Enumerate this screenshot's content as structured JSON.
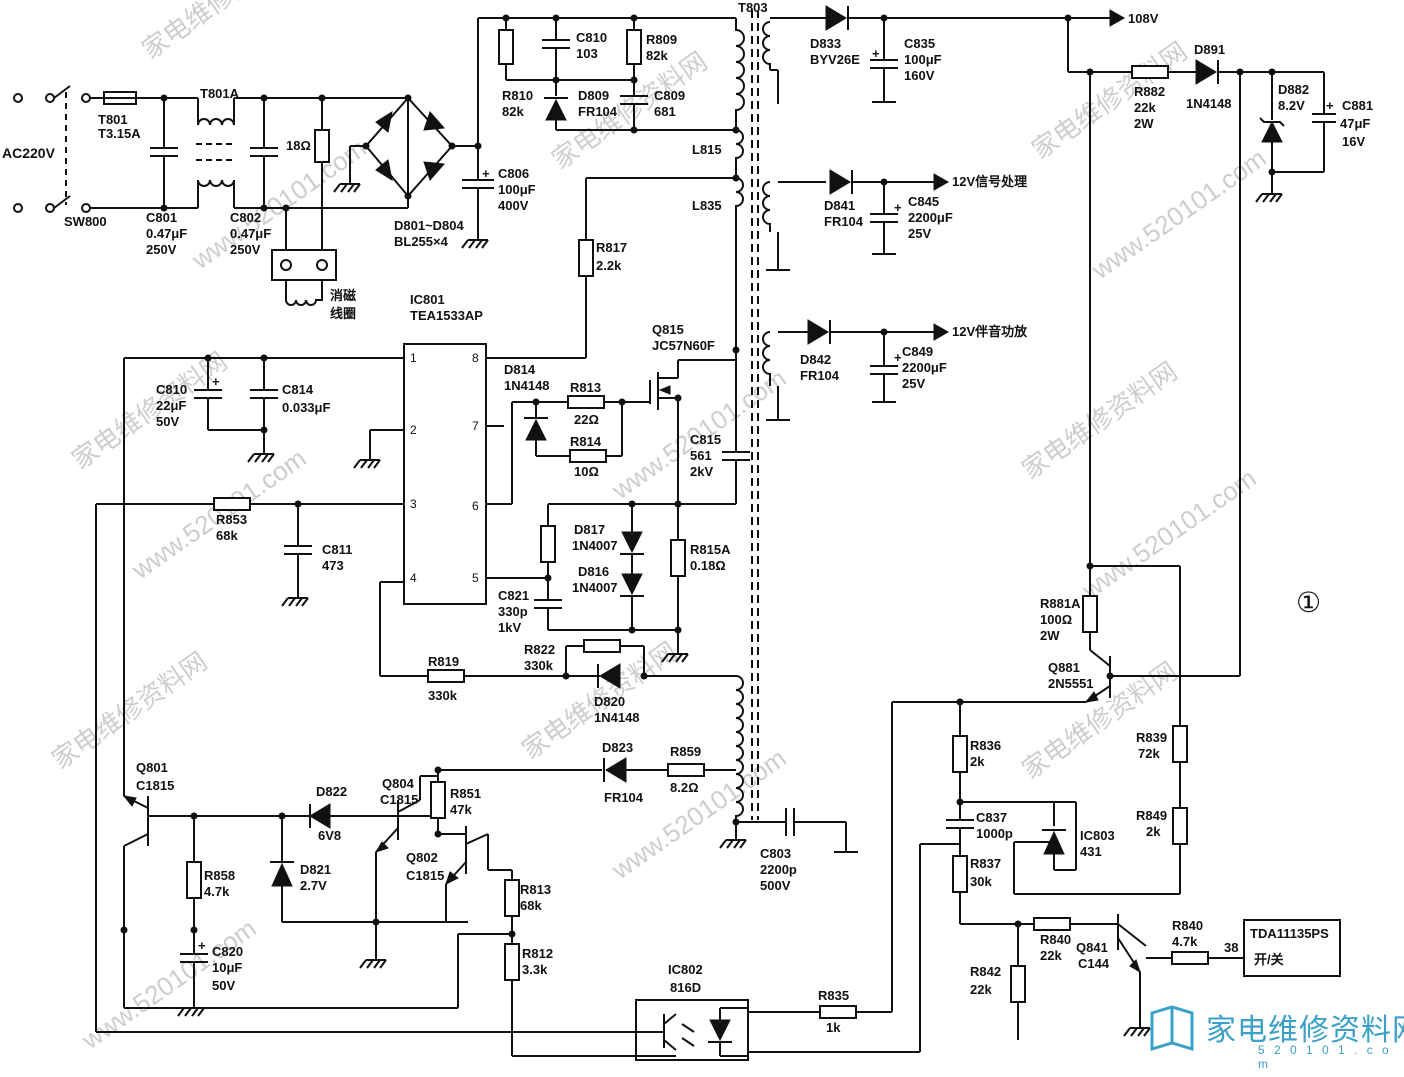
{
  "circuit_number": "①",
  "input": {
    "ac": "AC220V",
    "switch": "SW800",
    "fuse": "T801",
    "fuse_rating": "T3.15A"
  },
  "components": {
    "T801A": "T801A",
    "C801": [
      "C801",
      "0.47μF",
      "250V"
    ],
    "C802": [
      "C802",
      "0.47μF",
      "250V"
    ],
    "R_18": "18Ω",
    "degauss": [
      "消磁",
      "线圈"
    ],
    "bridge": [
      "D801~D804",
      "BL255×4"
    ],
    "C806": [
      "C806",
      "100μF",
      "400V"
    ],
    "R810": [
      "R810",
      "82k"
    ],
    "C810a": [
      "C810",
      "103"
    ],
    "R809": [
      "R809",
      "82k"
    ],
    "D809": [
      "D809",
      "FR104"
    ],
    "C809": [
      "C809",
      "681"
    ],
    "T803": "T803",
    "L815": "L815",
    "L835": "L835",
    "R817": [
      "R817",
      "2.2k"
    ],
    "IC801": [
      "IC801",
      "TEA1533AP"
    ],
    "C810b": [
      "C810",
      "22μF",
      "50V"
    ],
    "C814": [
      "C814",
      "0.033μF"
    ],
    "D814": [
      "D814",
      "1N4148"
    ],
    "R813a": [
      "R813",
      "22Ω"
    ],
    "R814": [
      "R814",
      "10Ω"
    ],
    "Q815": [
      "Q815",
      "JC57N60F"
    ],
    "C815": [
      "C815",
      "561",
      "2kV"
    ],
    "R853": [
      "R853",
      "68k"
    ],
    "C811": [
      "C811",
      "473"
    ],
    "D817": [
      "D817",
      "1N4007"
    ],
    "D816": [
      "D816",
      "1N4007"
    ],
    "R815A": [
      "R815A",
      "0.18Ω"
    ],
    "C821": [
      "C821",
      "330p",
      "1kV"
    ],
    "R822": [
      "R822",
      "330k"
    ],
    "R819": [
      "R819",
      "330k"
    ],
    "D820": [
      "D820",
      "1N4148"
    ],
    "D823": [
      "D823",
      "FR104"
    ],
    "R859": [
      "R859",
      "8.2Ω"
    ],
    "C803": [
      "C803",
      "2200p",
      "500V"
    ],
    "Q801": [
      "Q801",
      "C1815"
    ],
    "D822": [
      "D822",
      "6V8"
    ],
    "Q804": [
      "Q804",
      "C1815"
    ],
    "R851": [
      "R851",
      "47k"
    ],
    "Q802": [
      "Q802",
      "C1815"
    ],
    "R858": [
      "R858",
      "4.7k"
    ],
    "D821": [
      "D821",
      "2.7V"
    ],
    "R813b": [
      "R813",
      "68k"
    ],
    "R812": [
      "R812",
      "3.3k"
    ],
    "C820": [
      "C820",
      "10μF",
      "50V"
    ],
    "IC802": [
      "IC802",
      "816D"
    ],
    "R835": [
      "R835",
      "1k"
    ],
    "D833": [
      "D833",
      "BYV26E"
    ],
    "C835": [
      "C835",
      "100μF",
      "160V"
    ],
    "D841": [
      "D841",
      "FR104"
    ],
    "C845": [
      "C845",
      "2200μF",
      "25V"
    ],
    "D842": [
      "D842",
      "FR104"
    ],
    "C849": [
      "C849",
      "2200μF",
      "25V"
    ],
    "R882": [
      "R882",
      "22k",
      "2W"
    ],
    "D891": [
      "D891",
      "1N4148"
    ],
    "D882": [
      "D882",
      "8.2V"
    ],
    "C881": [
      "C881",
      "47μF",
      "16V"
    ],
    "R881A": [
      "R881A",
      "100Ω",
      "2W"
    ],
    "Q881": [
      "Q881",
      "2N5551"
    ],
    "R836": [
      "R836",
      "2k"
    ],
    "R839": [
      "R839",
      "72k"
    ],
    "R849": [
      "R849",
      "2k"
    ],
    "C837": [
      "C837",
      "1000p"
    ],
    "IC803": [
      "IC803",
      "431"
    ],
    "R837": [
      "R837",
      "30k"
    ],
    "R840a": [
      "R840",
      "22k"
    ],
    "R842": [
      "R842",
      "22k"
    ],
    "Q841": [
      "Q841",
      "C144"
    ],
    "R840b": [
      "R840",
      "4.7k"
    ],
    "TDA": [
      "TDA11135PS",
      "开/关"
    ],
    "pin38": "38"
  },
  "outputs": {
    "v108": "108V",
    "v12sig": "12V信号处理",
    "v12aud": "12V伴音功放"
  },
  "ic_pins": {
    "p1": "1",
    "p2": "2",
    "p3": "3",
    "p4": "4",
    "p5": "5",
    "p6": "6",
    "p7": "7",
    "p8": "8"
  },
  "watermarks": {
    "site": "家电维修资料网",
    "url": "www.520101.com"
  },
  "logo": {
    "text": "家电维修资料网",
    "url": "5 2 0 1 0 1 . c o m"
  }
}
